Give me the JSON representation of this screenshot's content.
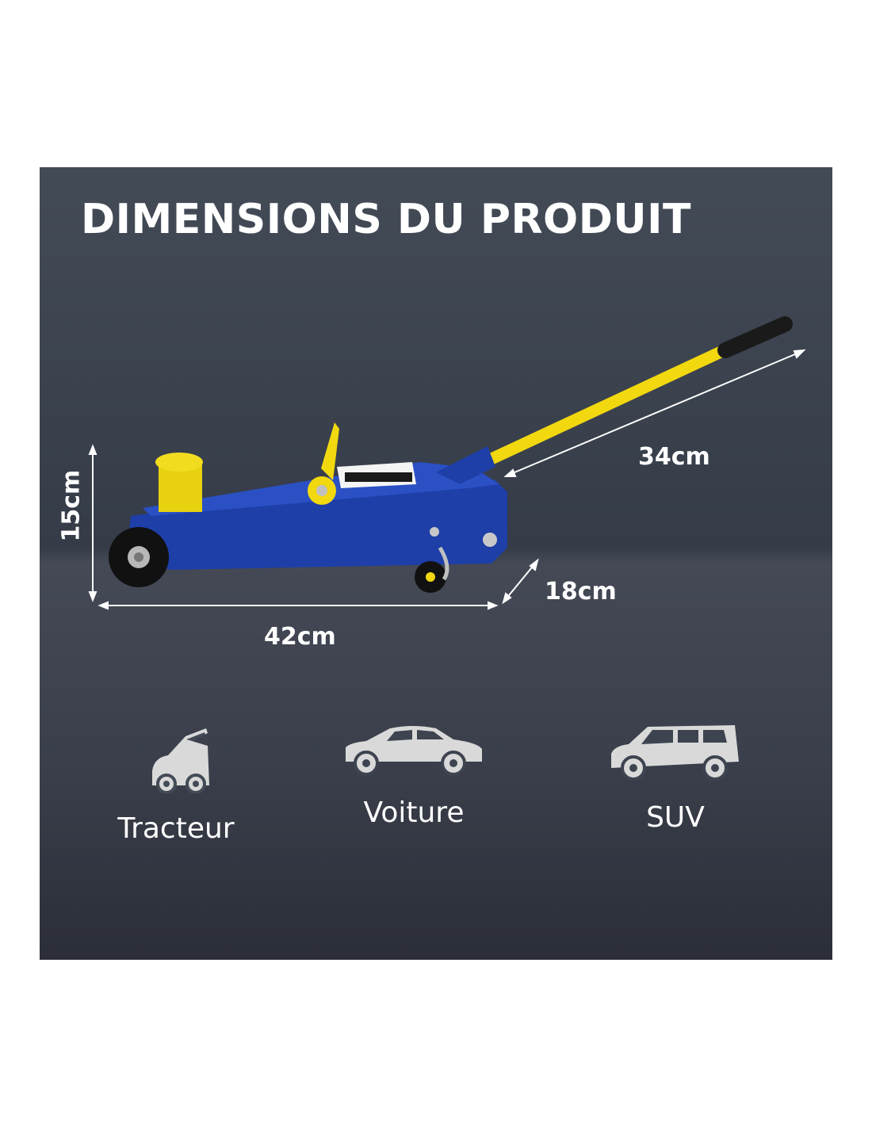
{
  "panel": {
    "title": "DIMENSIONS DU PRODUIT",
    "background_top": "#434b57",
    "background_bottom": "#2b2e38"
  },
  "dimensions": {
    "height": "15cm",
    "handle": "34cm",
    "width": "18cm",
    "length": "42cm"
  },
  "vehicles": [
    {
      "label": "Tracteur",
      "icon": "tractor-icon"
    },
    {
      "label": "Voiture",
      "icon": "car-icon"
    },
    {
      "label": "SUV",
      "icon": "suv-icon"
    }
  ],
  "colors": {
    "jack_body": "#1e3fa8",
    "jack_handle": "#f2d80f",
    "icon_fill": "#d9d9d9",
    "text": "#ffffff"
  }
}
